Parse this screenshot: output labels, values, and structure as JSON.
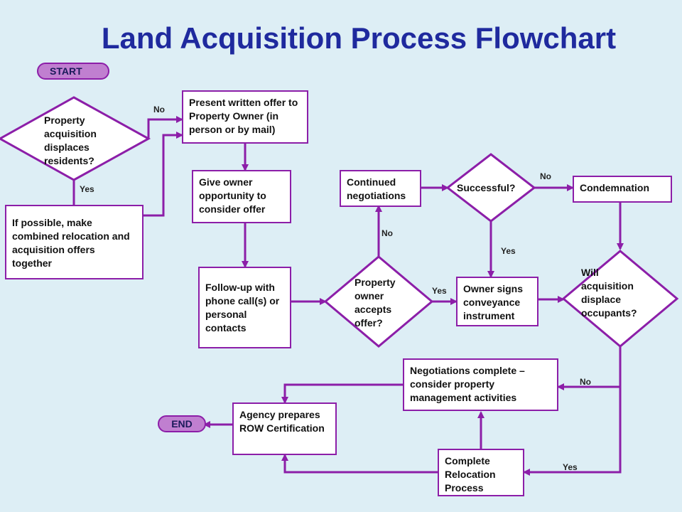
{
  "title": "Land Acquisition Process Flowchart",
  "start": "START",
  "end": "END",
  "nodes": {
    "d_displaces": "Property acquisition displaces residents?",
    "combined_offers": "If possible, make combined relocation and acquisition offers together",
    "present_offer": "Present written offer to Property Owner (in person or by mail)",
    "give_opportunity": "Give owner opportunity to consider offer",
    "followup": "Follow-up with phone call(s) or personal contacts",
    "d_accepts": "Property owner accepts offer?",
    "continued_neg": "Continued negotiations",
    "d_successful": "Successful?",
    "condemnation": "Condemnation",
    "owner_signs": "Owner signs conveyance instrument",
    "d_occupants": "Will acquisition displace occupants?",
    "neg_complete": "Negotiations complete – consider property management activities",
    "agency_prepares": "Agency prepares ROW Certification",
    "complete_relocation": "Complete Relocation Process"
  },
  "labels": {
    "no": "No",
    "yes": "Yes"
  },
  "colors": {
    "background": "#ddeef5",
    "title": "#1f2a9e",
    "border": "#8c1ea8",
    "pill_fill": "#c07fd0"
  }
}
